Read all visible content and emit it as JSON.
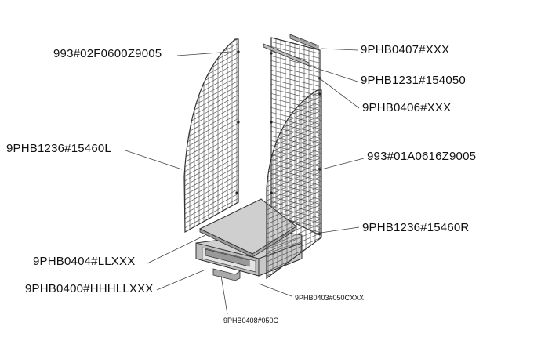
{
  "labels": [
    {
      "text": "993#02F0600Z9005"
    },
    {
      "text": "9PHB0407#XXX"
    },
    {
      "text": "9PHB1231#154050"
    },
    {
      "text": "9PHB0406#XXX"
    },
    {
      "text": "9PHB1236#15460L"
    },
    {
      "text": "993#01A0616Z9005"
    },
    {
      "text": "9PHB1236#15460R"
    },
    {
      "text": "9PHB0404#LLXXX"
    },
    {
      "text": "9PHB0400#HHHLLXXX"
    },
    {
      "text": "9PHB0403#050CXXX"
    },
    {
      "text": "9PHB0408#050C"
    }
  ],
  "colors": {
    "line": "#333333",
    "grid": "#555555",
    "plate": "#cfcfcf",
    "drawer": "#bdbdbd",
    "bracket": "#aaaaaa"
  }
}
